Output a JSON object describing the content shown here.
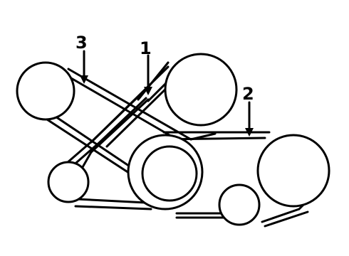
{
  "diagram": {
    "callouts": [
      {
        "id": "1",
        "text": "1"
      },
      {
        "id": "2",
        "text": "2"
      },
      {
        "id": "3",
        "text": "3"
      }
    ]
  }
}
